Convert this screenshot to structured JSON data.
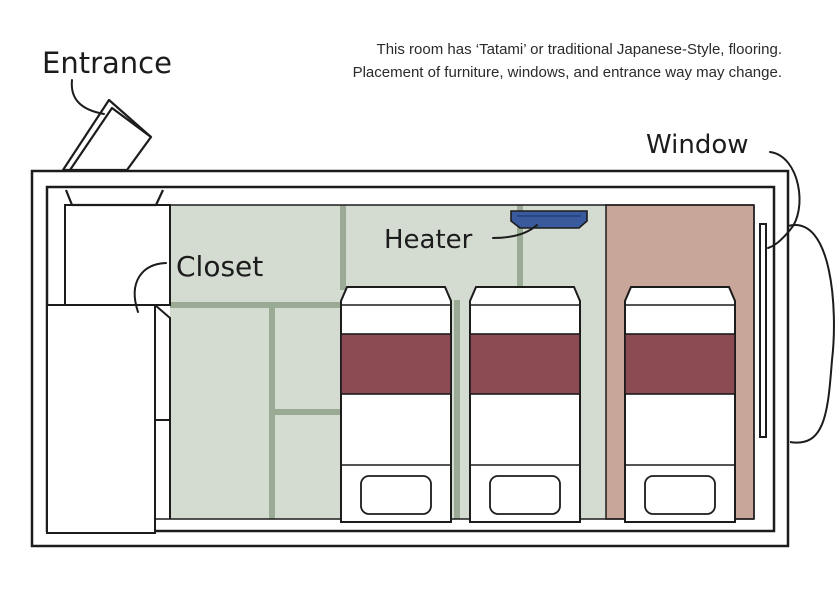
{
  "note": {
    "line1": "This room has ‘Tatami’ or traditional Japanese-Style, flooring.",
    "line2": "Placement of furniture, windows, and entrance way may change."
  },
  "labels": {
    "entrance": "Entrance",
    "window": "Window",
    "heater": "Heater",
    "closet": "Closet"
  },
  "colors": {
    "outline": "#1c1c1c",
    "tatami": "#d4dbd0",
    "tatami_seam": "#9aaa94",
    "wood_floor": "#c8a699",
    "heater": "#3a5a9e",
    "blanket": "#8c4a52",
    "bed": "#ffffff"
  },
  "beds": [
    {
      "id": "bed-1"
    },
    {
      "id": "bed-2"
    },
    {
      "id": "bed-3"
    }
  ]
}
